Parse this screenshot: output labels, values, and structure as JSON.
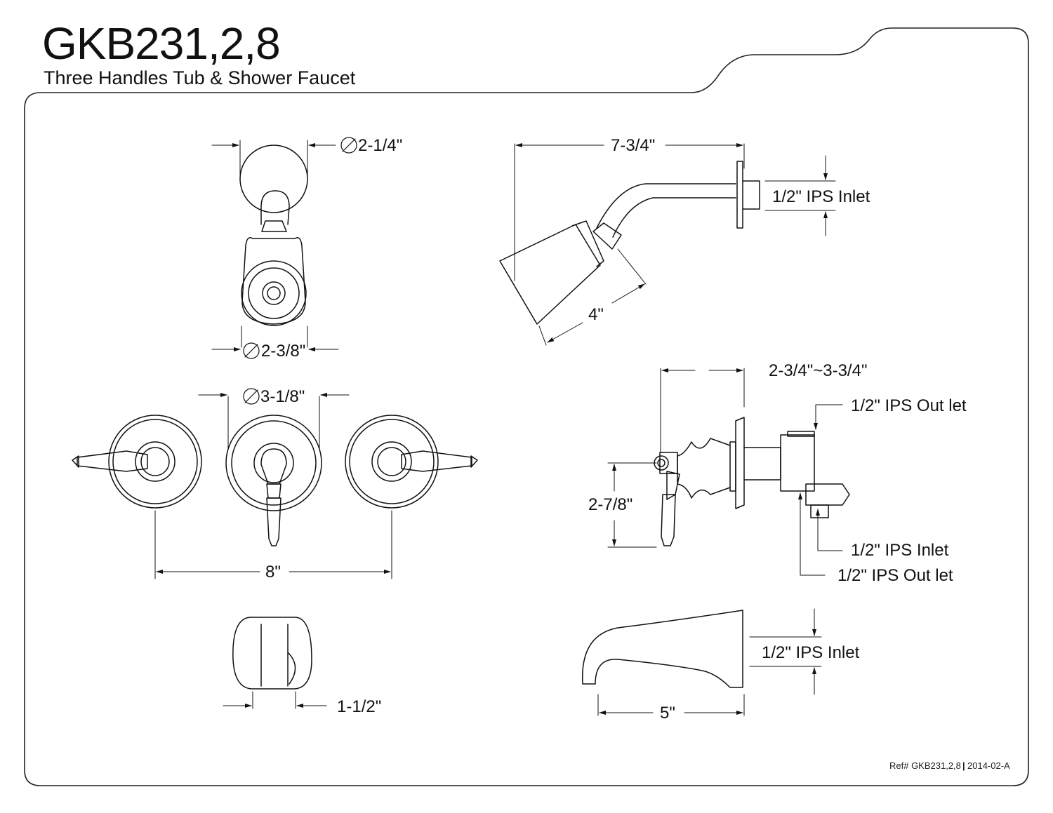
{
  "header": {
    "model": "GKB231,2,8",
    "description": "Three Handles Tub & Shower Faucet"
  },
  "dimensions": {
    "flange_dia": "2-1/4\"",
    "head_dia": "2-3/8\"",
    "arm_length": "7-3/4\"",
    "head_length": "4\"",
    "shower_inlet": "1/2\" IPS Inlet",
    "handle_flange_dia": "3-1/8\"",
    "handle_spacing": "8\"",
    "spout_width": "1-1/2\"",
    "wall_depth": "2-3/4\"~3-3/4\"",
    "outlet_top": "1/2\" IPS Out let",
    "handle_height": "2-7/8\"",
    "valve_inlet": "1/2\" IPS Inlet",
    "outlet_bottom": "1/2\" IPS Out let",
    "spout_inlet": "1/2\" IPS Inlet",
    "spout_length": "5\""
  },
  "footer": {
    "ref": "Ref# GKB231,2,8",
    "separator": "|",
    "revision": "2014-02-A"
  }
}
